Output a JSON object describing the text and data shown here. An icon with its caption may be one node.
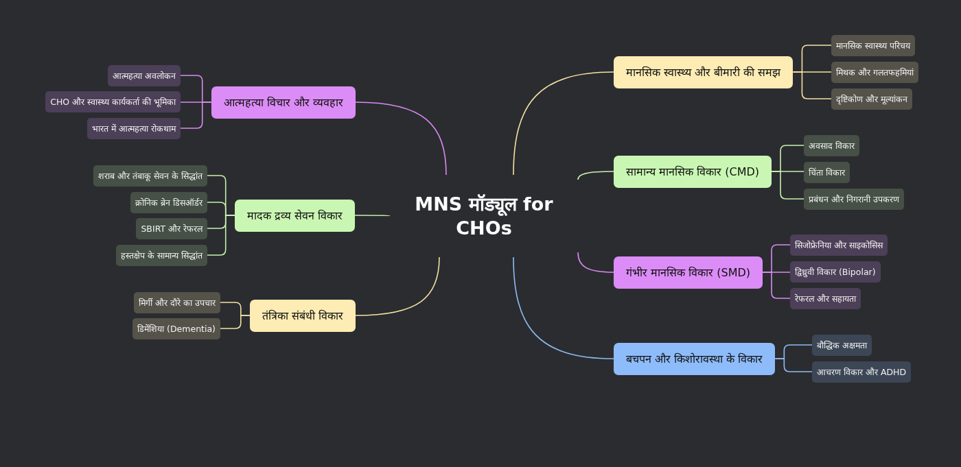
{
  "diagram": {
    "nodes": [
      {
        "text": [
          "MNS मॉड्यूल for CHOs"
        ]
      },
      {
        "text": [
          "मानसिक स्वास्थ्य और बीमारी की समझ"
        ]
      },
      {
        "text": [
          "मानसिक स्वास्थ्य परिचय"
        ]
      },
      {
        "text": [
          "मिथक और गलतफहमियां"
        ]
      },
      {
        "text": [
          "दृष्टिकोण और मूल्यांकन"
        ]
      },
      {
        "text": [
          "सामान्य मानसिक विकार (CMD)"
        ]
      },
      {
        "text": [
          "अवसाद विकार"
        ]
      },
      {
        "text": [
          "चिंता विकार"
        ]
      },
      {
        "text": [
          "प्रबंधन और निगरानी उपकरण"
        ]
      },
      {
        "text": [
          "गंभीर मानसिक विकार (SMD)"
        ]
      },
      {
        "text": [
          "सिजोफ्रेनिया और साइकोसिस"
        ]
      },
      {
        "text": [
          "द्विध्रुवी विकार (Bipolar)"
        ]
      },
      {
        "text": [
          "रेफरल और सहायता"
        ]
      },
      {
        "text": [
          "बचपन और किशोरावस्था के विकार"
        ]
      },
      {
        "text": [
          "बौद्धिक अक्षमता"
        ]
      },
      {
        "text": [
          "आचरण विकार और ADHD"
        ]
      },
      {
        "text": [
          "आत्महत्या विचार और व्यवहार"
        ]
      },
      {
        "text": [
          "आत्महत्या अवलोकन"
        ]
      },
      {
        "text": [
          "CHO और स्वास्थ्य कार्यकर्ता की भूमिका"
        ]
      },
      {
        "text": [
          "भारत में आत्महत्या रोकथाम"
        ]
      },
      {
        "text": [
          "मादक द्रव्य सेवन विकार"
        ]
      },
      {
        "text": [
          "शराब और तंबाकू सेवन के सिद्धांत"
        ]
      },
      {
        "text": [
          "क्रोनिक ब्रेन डिसऑर्डर"
        ]
      },
      {
        "text": [
          "SBIRT और रेफरल"
        ]
      },
      {
        "text": [
          "हस्तक्षेप के सामान्य सिद्धांत"
        ]
      },
      {
        "text": [
          "तंत्रिका संबंधी विकार"
        ]
      },
      {
        "text": [
          "मिर्गी और दौरे का उपचार"
        ]
      },
      {
        "text": [
          "डिमेंशिया (Dementia)"
        ]
      }
    ],
    "edges": [
      {
        "from": 0,
        "to": 1,
        "arrow": "none",
        "color": "#f3e2a2"
      },
      {
        "from": 1,
        "to": 2,
        "arrow": "none",
        "color": "#f3e2a2"
      },
      {
        "from": 1,
        "to": 3,
        "arrow": "none",
        "color": "#f3e2a2"
      },
      {
        "from": 1,
        "to": 4,
        "arrow": "none",
        "color": "#f3e2a2"
      },
      {
        "from": 0,
        "to": 5,
        "arrow": "none",
        "color": "#c6f2ae"
      },
      {
        "from": 5,
        "to": 6,
        "arrow": "none",
        "color": "#c6f2ae"
      },
      {
        "from": 5,
        "to": 7,
        "arrow": "none",
        "color": "#c6f2ae"
      },
      {
        "from": 5,
        "to": 8,
        "arrow": "none",
        "color": "#c6f2ae"
      },
      {
        "from": 0,
        "to": 9,
        "arrow": "none",
        "color": "#d98af0"
      },
      {
        "from": 9,
        "to": 10,
        "arrow": "none",
        "color": "#d98af0"
      },
      {
        "from": 9,
        "to": 11,
        "arrow": "none",
        "color": "#d98af0"
      },
      {
        "from": 9,
        "to": 12,
        "arrow": "none",
        "color": "#d98af0"
      },
      {
        "from": 0,
        "to": 13,
        "arrow": "none",
        "color": "#8fbcf5"
      },
      {
        "from": 13,
        "to": 14,
        "arrow": "none",
        "color": "#8fbcf5"
      },
      {
        "from": 13,
        "to": 15,
        "arrow": "none",
        "color": "#8fbcf5"
      },
      {
        "from": 0,
        "to": 16,
        "arrow": "none",
        "color": "#d98af0"
      },
      {
        "from": 16,
        "to": 17,
        "arrow": "none",
        "color": "#d98af0"
      },
      {
        "from": 16,
        "to": 18,
        "arrow": "none",
        "color": "#d98af0"
      },
      {
        "from": 16,
        "to": 19,
        "arrow": "none",
        "color": "#d98af0"
      },
      {
        "from": 0,
        "to": 20,
        "arrow": "none",
        "color": "#c6f2ae"
      },
      {
        "from": 20,
        "to": 21,
        "arrow": "none",
        "color": "#c6f2ae"
      },
      {
        "from": 20,
        "to": 22,
        "arrow": "none",
        "color": "#c6f2ae"
      },
      {
        "from": 20,
        "to": 23,
        "arrow": "none",
        "color": "#c6f2ae"
      },
      {
        "from": 20,
        "to": 24,
        "arrow": "none",
        "color": "#c6f2ae"
      },
      {
        "from": 0,
        "to": 25,
        "arrow": "none",
        "color": "#f3e2a2"
      },
      {
        "from": 25,
        "to": 26,
        "arrow": "none",
        "color": "#f3e2a2"
      },
      {
        "from": 25,
        "to": 27,
        "arrow": "none",
        "color": "#f3e2a2"
      }
    ]
  }
}
